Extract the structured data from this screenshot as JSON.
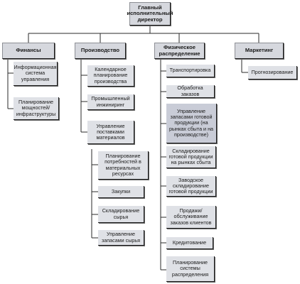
{
  "nodes": {
    "ceo": "Главный исполнительный директор",
    "finance": "Финансы",
    "production": "Производство",
    "distribution": "Физическое распределение",
    "marketing": "Маркетинг",
    "mis": "Информационная система управления",
    "capacity_planning": "Планирование мощностей/ инфраструктуры",
    "calendar_planning": "Календарное планирование производства",
    "industrial_engineering": "Промышленный инжиниринг",
    "materials_management": "Управление поставками материалов",
    "mrp": "Планирование потребностей в материальных ресурсах",
    "purchasing": "Закупки",
    "raw_warehousing": "Складирование сырья",
    "raw_inventory": "Управление запасами сырья",
    "transportation": "Транспортировка",
    "order_processing": "Обработка заказов",
    "fg_inventory": "Управление запасами готовой продукции (на рынках сбыта и на производстве)",
    "fg_warehousing_market": "Складирование готовой продукции на рынках сбыта",
    "fg_warehousing_factory": "Заводское складирование готовой продукции",
    "sales_service": "Продажи/ обслуживание заказов клиентов",
    "crediting": "Кредитование",
    "distribution_planning": "Планирование системы распределения",
    "forecasting": "Прогнозирование"
  },
  "edges": [
    [
      "ceo",
      "finance"
    ],
    [
      "ceo",
      "production"
    ],
    [
      "ceo",
      "distribution"
    ],
    [
      "ceo",
      "marketing"
    ],
    [
      "finance",
      "mis"
    ],
    [
      "finance",
      "capacity_planning"
    ],
    [
      "production",
      "calendar_planning"
    ],
    [
      "production",
      "industrial_engineering"
    ],
    [
      "production",
      "materials_management"
    ],
    [
      "materials_management",
      "mrp"
    ],
    [
      "materials_management",
      "purchasing"
    ],
    [
      "materials_management",
      "raw_warehousing"
    ],
    [
      "materials_management",
      "raw_inventory"
    ],
    [
      "distribution",
      "transportation"
    ],
    [
      "distribution",
      "order_processing"
    ],
    [
      "distribution",
      "fg_inventory"
    ],
    [
      "distribution",
      "fg_warehousing_market"
    ],
    [
      "distribution",
      "fg_warehousing_factory"
    ],
    [
      "distribution",
      "sales_service"
    ],
    [
      "distribution",
      "crediting"
    ],
    [
      "distribution",
      "distribution_planning"
    ],
    [
      "marketing",
      "forecasting"
    ]
  ],
  "colors": {
    "box_fill": "#dfe1e6",
    "highlight_fill": "#c9ccd7",
    "line": "#2a2a2a"
  }
}
